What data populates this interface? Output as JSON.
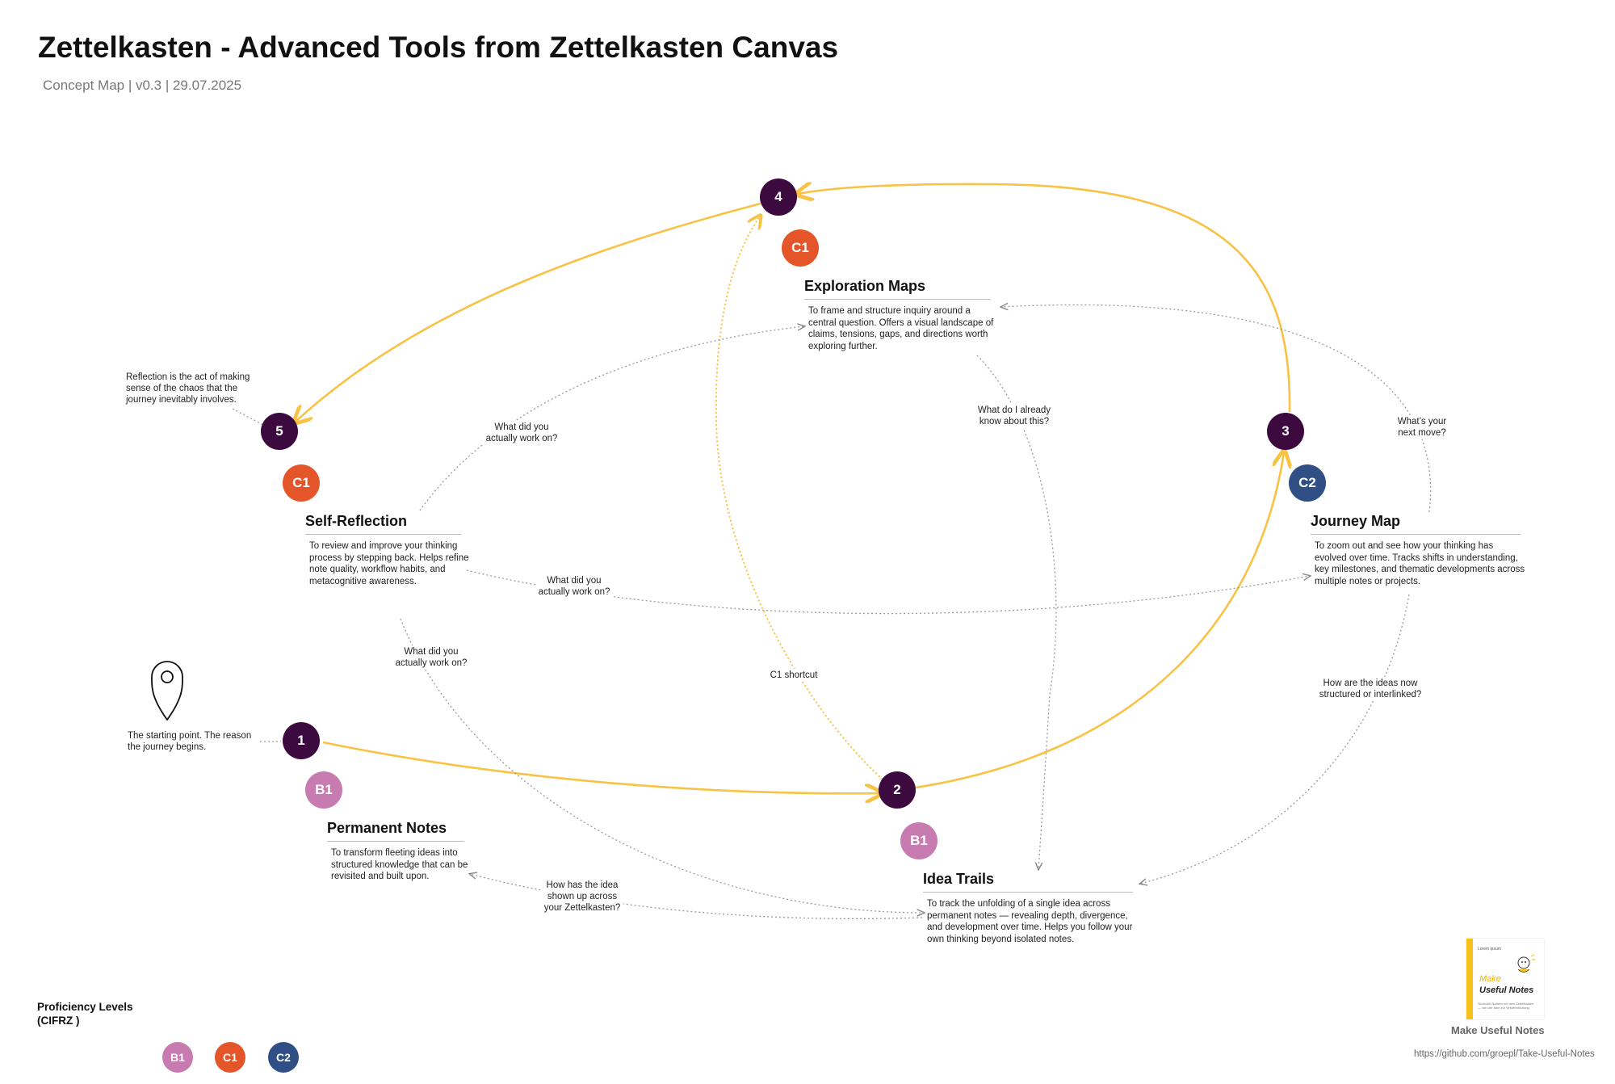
{
  "header": {
    "title": "Zettelkasten - Advanced Tools from Zettelkasten Canvas",
    "subtitle": "Concept Map | v0.3 | 29.07.2025"
  },
  "colors": {
    "step": "#3d0a3f",
    "B1": "#c77bb0",
    "C1": "#e5552a",
    "C2": "#2f4f85",
    "path": "#f8c244",
    "dotted": "#9a9a9a"
  },
  "steps": [
    "1",
    "2",
    "3",
    "4",
    "5"
  ],
  "tools": {
    "permanent_notes": {
      "level": "B1",
      "title": "Permanent Notes",
      "desc": "To transform fleeting ideas into structured knowledge that can be revisited and built upon."
    },
    "idea_trails": {
      "level": "B1",
      "title": "Idea Trails",
      "desc": "To track the unfolding of a single idea across permanent notes — revealing depth, divergence, and development over time. Helps you follow your own thinking beyond isolated notes."
    },
    "journey_map": {
      "level": "C2",
      "title": "Journey Map",
      "desc": "To zoom out and see how your thinking has evolved over time. Tracks shifts in understanding, key milestones, and thematic developments across multiple notes or projects."
    },
    "exploration_maps": {
      "level": "C1",
      "title": "Exploration Maps",
      "desc": "To frame and structure inquiry around a central question. Offers a visual landscape of claims, tensions, gaps, and directions worth exploring further."
    },
    "self_reflection": {
      "level": "C1",
      "title": "Self-Reflection",
      "desc": "To review and improve your thinking process by stepping back. Helps refine note quality, workflow habits, and metacognitive awareness."
    }
  },
  "edge_labels": {
    "sr_to_em": "What did you\nactually work on?",
    "sr_to_jm": "What did you\nactually work on?",
    "sr_to_it": "What did you\nactually work on?",
    "em_to_it": "What do I already\nknow about this?",
    "jm_to_em": "What’s your\nnext move?",
    "jm_to_it": "How are the ideas now\nstructured or interlinked?",
    "it_to_pn": "How has the idea\nshown up across\nyour Zettelkasten?",
    "shortcut": "C1 shortcut"
  },
  "notes": {
    "start": "The starting point. The reason\nthe journey begins.",
    "reflection": "Reflection is the act of making\nsense of the chaos that the\njourney inevitably involves."
  },
  "legend": {
    "title": "Proficiency Levels\n(CIFRZ )",
    "levels": [
      "B1",
      "C1",
      "C2"
    ]
  },
  "footer": {
    "name": "Make Useful Notes",
    "url": "https://github.com/groepl/Take-Useful-Notes",
    "book_line1": "Lorem ipsum",
    "book_title1": "Make",
    "book_title2": "Useful Notes",
    "book_tagline": "Sinnvolle Notizen mit dem Zettelkasten — von der Idee zur Veröffentlichung"
  }
}
